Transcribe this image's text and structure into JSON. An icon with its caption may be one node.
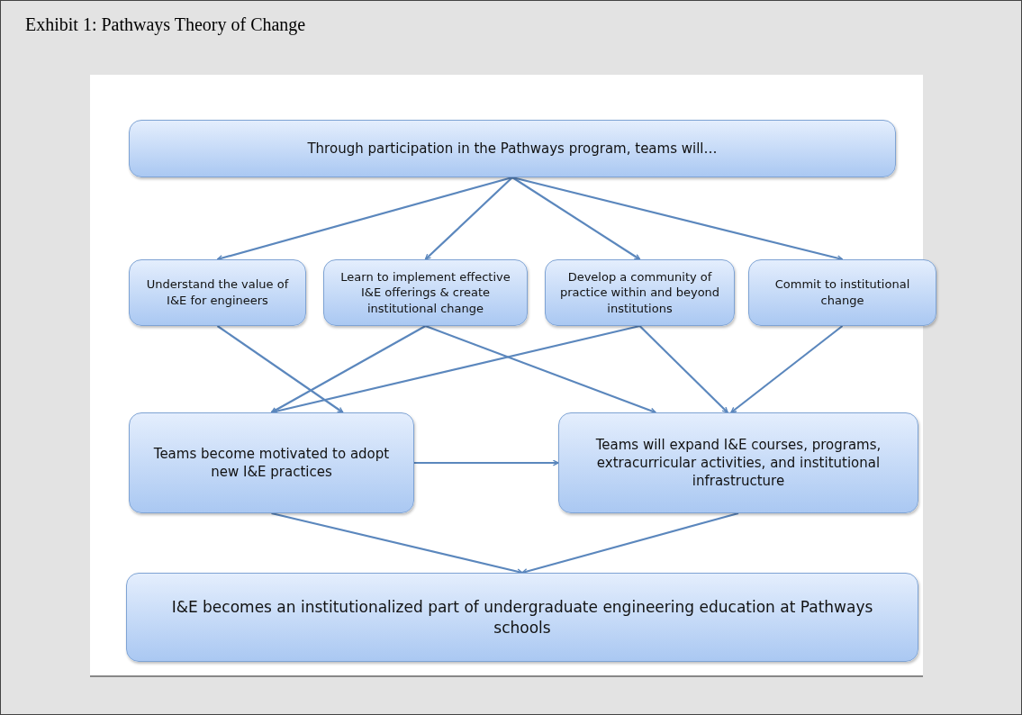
{
  "diagram": {
    "title": "Exhibit 1: Pathways Theory of Change",
    "nodes": [
      {
        "text": [
          "Through participation in the Pathways program, teams will…"
        ]
      },
      {
        "text": [
          "Understand the value of I&E for engineers"
        ]
      },
      {
        "text": [
          "Learn to implement effective I&E offerings & create institutional change"
        ]
      },
      {
        "text": [
          "Develop a community of practice within and beyond institutions"
        ]
      },
      {
        "text": [
          "Commit to institutional change"
        ]
      },
      {
        "text": [
          "Teams become motivated to adopt new I&E practices"
        ]
      },
      {
        "text": [
          "Teams will expand I&E courses, programs, extracurricular activities, and institutional infrastructure"
        ]
      },
      {
        "text": [
          "I&E becomes an institutionalized part of undergraduate engineering education at Pathways schools"
        ]
      }
    ],
    "edges": [
      {
        "from": 0,
        "to": 1,
        "arrow": "to"
      },
      {
        "from": 0,
        "to": 2,
        "arrow": "to"
      },
      {
        "from": 0,
        "to": 3,
        "arrow": "to"
      },
      {
        "from": 0,
        "to": 4,
        "arrow": "to"
      },
      {
        "from": 1,
        "to": 5,
        "arrow": "to"
      },
      {
        "from": 2,
        "to": 5,
        "arrow": "to"
      },
      {
        "from": 2,
        "to": 6,
        "arrow": "to"
      },
      {
        "from": 3,
        "to": 5,
        "arrow": "to"
      },
      {
        "from": 3,
        "to": 6,
        "arrow": "to"
      },
      {
        "from": 4,
        "to": 6,
        "arrow": "to"
      },
      {
        "from": 5,
        "to": 6,
        "arrow": "to"
      },
      {
        "from": 5,
        "to": 7,
        "arrow": "to"
      },
      {
        "from": 6,
        "to": 7,
        "arrow": "to"
      }
    ]
  }
}
